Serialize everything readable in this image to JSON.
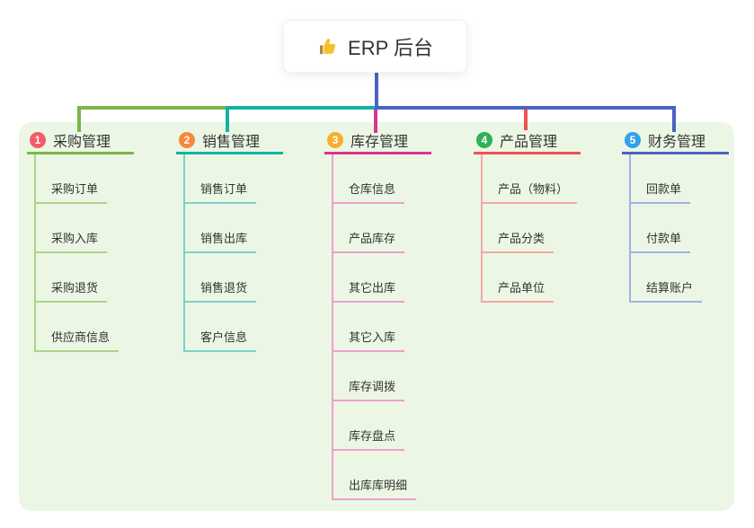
{
  "root": {
    "title": "ERP 后台",
    "icon": "thumbs-up-icon"
  },
  "branches": [
    {
      "index": "1",
      "title": "采购管理",
      "badge_color": "#f25d65",
      "line_color": "#7ab648",
      "sub_line_color": "#abd489",
      "children": [
        "采购订单",
        "采购入库",
        "采购退货",
        "供应商信息"
      ]
    },
    {
      "index": "2",
      "title": "销售管理",
      "badge_color": "#f8883b",
      "line_color": "#12b2a6",
      "sub_line_color": "#7fd0c9",
      "children": [
        "销售订单",
        "销售出库",
        "销售退货",
        "客户信息"
      ]
    },
    {
      "index": "3",
      "title": "库存管理",
      "badge_color": "#f6b02e",
      "line_color": "#da3591",
      "sub_line_color": "#ef9fca",
      "children": [
        "仓库信息",
        "产品库存",
        "其它出库",
        "其它入库",
        "库存调拨",
        "库存盘点",
        "出库库明细"
      ]
    },
    {
      "index": "4",
      "title": "产品管理",
      "badge_color": "#2eb157",
      "line_color": "#ee5253",
      "sub_line_color": "#f7a6a4",
      "children": [
        "产品（物料）",
        "产品分类",
        "产品单位"
      ]
    },
    {
      "index": "5",
      "title": "财务管理",
      "badge_color": "#32a1ea",
      "line_color": "#4a63c2",
      "sub_line_color": "#9db3e4",
      "children": [
        "回款单",
        "付款单",
        "结算账户"
      ]
    }
  ],
  "colors": {
    "panel_bg": "#ebf7e4",
    "root_line": "#4a63c2",
    "text": "#333333",
    "card_bg": "#ffffff",
    "thumb_yellow": "#f5c02f",
    "thumb_cuff": "#b8863b"
  }
}
